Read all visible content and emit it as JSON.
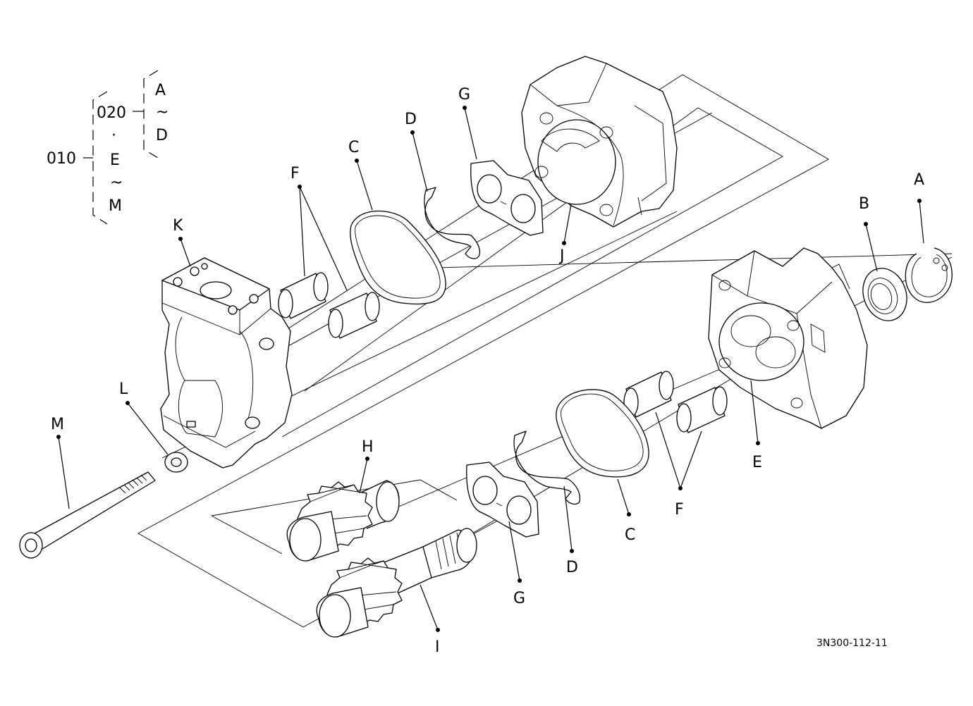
{
  "hierarchy": {
    "root_code": "010",
    "sub_code": "020",
    "sub_range_start": "A",
    "sub_range_tilde": "~",
    "sub_range_end": "D",
    "separator": "·",
    "root_range_start": "E",
    "root_range_tilde": "~",
    "root_range_end": "M"
  },
  "callouts": {
    "A": "A",
    "B": "B",
    "C_top": "C",
    "C_bottom": "C",
    "D_top": "D",
    "D_bottom": "D",
    "E": "E",
    "F_top": "F",
    "F_bottom": "F",
    "G_top": "G",
    "G_bottom": "G",
    "H": "H",
    "I": "I",
    "J": "J",
    "K": "K",
    "L": "L",
    "M": "M"
  },
  "reference_number": "3N300-112-11"
}
